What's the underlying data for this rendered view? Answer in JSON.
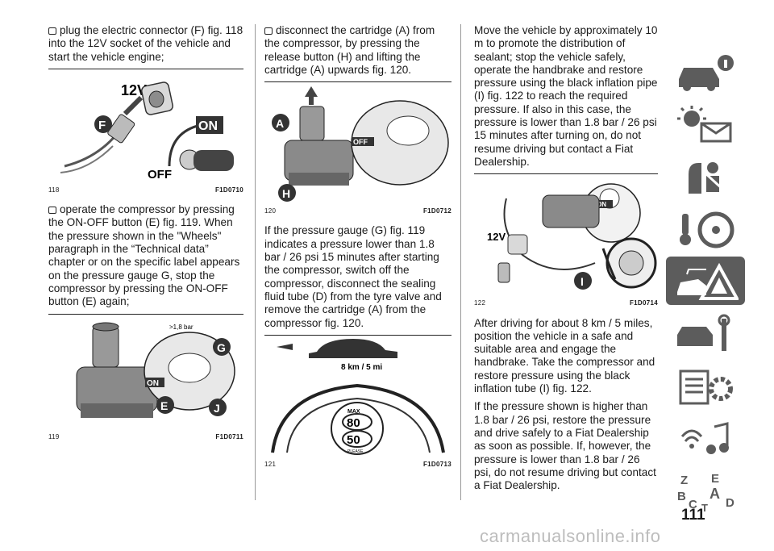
{
  "col1": {
    "p1": "plug the electric connector (F) fig. 118 into the 12V socket of the vehicle and start the vehicle engine;",
    "fig118": {
      "num": "118",
      "code": "F1D0710",
      "labels": {
        "v12": "12V",
        "f": "F",
        "on": "ON",
        "off": "OFF"
      }
    },
    "p2": "operate the compressor by pressing the ON-OFF button (E) fig. 119. When the pressure shown in the \"Wheels\" paragraph in the “Technical data” chapter or on the specific label appears on the pressure gauge G, stop the compressor by pressing the ON-OFF button (E) again;",
    "fig119": {
      "num": "119",
      "code": "F1D0711",
      "labels": {
        "bar": ">1,8 bar",
        "g": "G",
        "on": "ON",
        "e": "E",
        "j": "J"
      }
    }
  },
  "col2": {
    "p1": "disconnect the cartridge (A) from the compressor, by pressing the release button (H) and lifting the cartridge (A) upwards fig. 120.",
    "fig120": {
      "num": "120",
      "code": "F1D0712",
      "labels": {
        "a": "A",
        "h": "H",
        "off": "OFF"
      }
    },
    "p2": "If the pressure gauge (G) fig. 119 indicates a pressure lower than 1.8 bar / 26 psi 15 minutes after starting the compressor, switch off the compressor, disconnect the sealing fluid tube (D) from the tyre valve and remove the cartridge (A) from the compressor fig. 120.",
    "fig121": {
      "num": "121",
      "code": "F1D0713",
      "labels": {
        "dist": "8 km / 5 mi",
        "max": "MAX",
        "speed_hi": "80",
        "speed_lo": "50",
        "sub": "PLEASE"
      }
    }
  },
  "col3": {
    "p1": "Move the vehicle by approximately 10 m to promote the distribution of sealant; stop the vehicle safely, operate the handbrake and restore pressure using the black inflation pipe (I) fig. 122 to reach the required pressure. If also in this case, the pressure is lower than 1.8 bar / 26 psi 15 minutes after turning on, do not resume driving but contact a Fiat Dealership.",
    "fig122": {
      "num": "122",
      "code": "F1D0714",
      "labels": {
        "v12": "12V",
        "on": "ON",
        "i": "I"
      }
    },
    "p2": "After driving for about 8 km / 5 miles, position the vehicle in a safe and suitable area and engage the handbrake. Take the compressor and restore pressure using the black inflation tube (I) fig. 122.",
    "p3": "If the pressure shown is higher than 1.8 bar / 26 psi, restore the pressure and drive safely to a Fiat Dealership as soon as possible. If, however, the pressure is lower than 1.8 bar / 26 psi, do not resume driving but contact a Fiat Dealership."
  },
  "sidebar": {
    "tabs": [
      {
        "icon": "car-info-icon"
      },
      {
        "icon": "warning-lights-icon"
      },
      {
        "icon": "safety-seatbelt-icon"
      },
      {
        "icon": "starting-driving-icon"
      },
      {
        "icon": "emergency-icon",
        "active": true
      },
      {
        "icon": "maintenance-icon"
      },
      {
        "icon": "technical-data-icon"
      },
      {
        "icon": "multimedia-icon"
      },
      {
        "icon": "index-icon"
      }
    ],
    "index_letters": [
      "Z",
      "E",
      "B",
      "A",
      "C",
      "D",
      "T"
    ],
    "active_color": "#5c5c5c"
  },
  "page_number": "111",
  "watermark": "carmanualsonline.info"
}
